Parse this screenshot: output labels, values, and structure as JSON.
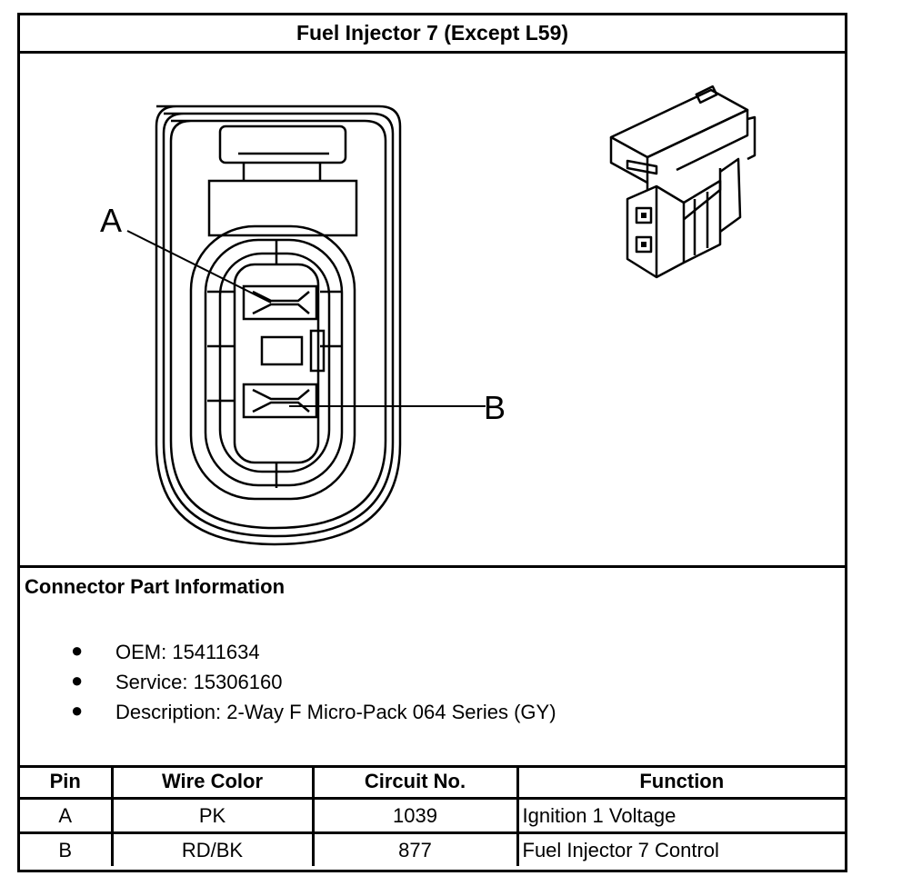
{
  "title": "Fuel Injector 7 (Except L59)",
  "diagram": {
    "pin_labels": [
      "A",
      "B"
    ]
  },
  "connector_info": {
    "heading": "Connector Part Information",
    "items": [
      "OEM: 15411634",
      "Service: 15306160",
      "Description: 2-Way F Micro-Pack 064 Series (GY)"
    ]
  },
  "pin_table": {
    "headers": [
      "Pin",
      "Wire Color",
      "Circuit No.",
      "Function"
    ],
    "rows": [
      [
        "A",
        "PK",
        "1039",
        "Ignition 1 Voltage"
      ],
      [
        "B",
        "RD/BK",
        "877",
        "Fuel Injector 7 Control"
      ]
    ]
  }
}
